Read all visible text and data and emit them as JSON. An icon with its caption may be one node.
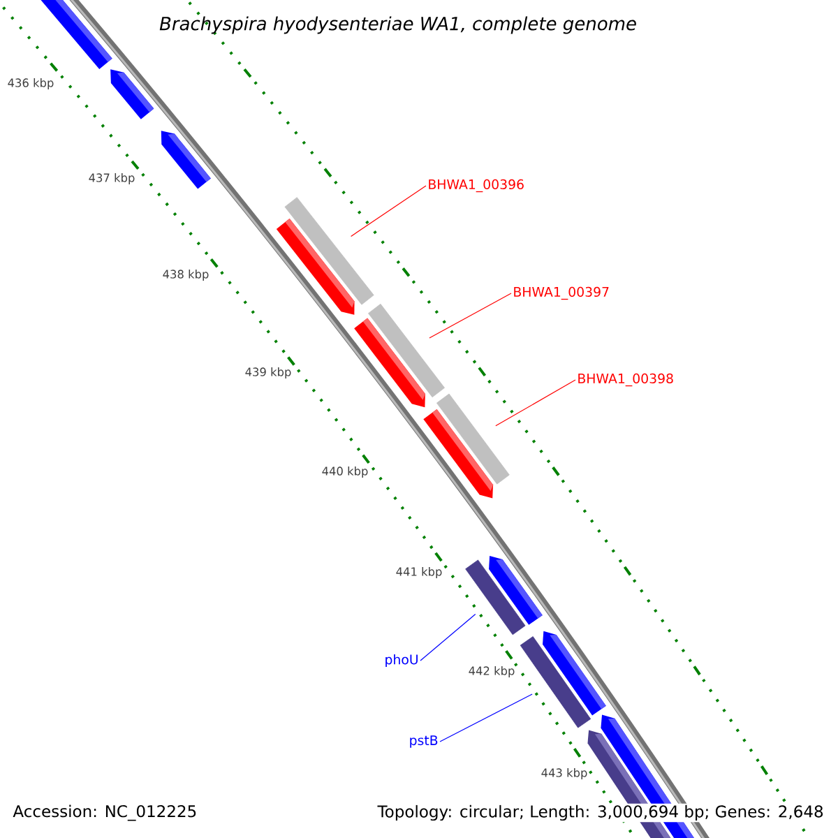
{
  "diagram": {
    "title": "Brachyspira hyodysenteriae WA1, complete genome",
    "nodes": [
      {
        "text": [
          "BHWA1_00396"
        ]
      },
      {
        "text": [
          "BHWA1_00397"
        ]
      },
      {
        "text": [
          "BHWA1_00398"
        ]
      },
      {
        "text": [
          "phoU"
        ]
      },
      {
        "text": [
          "pstB"
        ]
      },
      {
        "text": [],
        "shape": "bar"
      },
      {
        "text": [],
        "shape": "bar"
      },
      {
        "text": [],
        "shape": "bar"
      },
      {
        "text": [],
        "shape": "bar"
      },
      {
        "text": [],
        "shape": "bar"
      }
    ],
    "edges": [
      {
        "from": 0,
        "to": 5,
        "arrow": "none"
      },
      {
        "from": 1,
        "to": 6,
        "arrow": "none"
      },
      {
        "from": 2,
        "to": 7,
        "arrow": "none"
      },
      {
        "from": 3,
        "to": 8,
        "arrow": "none",
        "color": "#0000ff"
      },
      {
        "from": 4,
        "to": 9,
        "arrow": "none",
        "color": "#0000ff"
      }
    ],
    "labels": [
      "436 kbp",
      "437 kbp",
      "438 kbp",
      "439 kbp",
      "440 kbp",
      "441 kbp",
      "442 kbp",
      "443 kbp",
      "Accession: NC_012225",
      "Topology: circular; Length: 3,000,694 bp; Genes: 2,648"
    ]
  }
}
